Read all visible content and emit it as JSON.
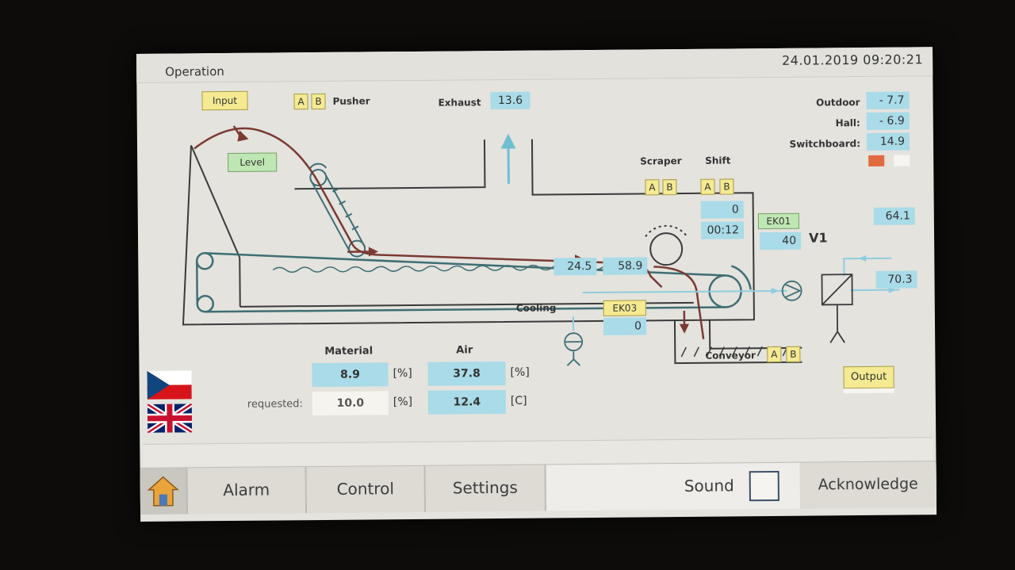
{
  "header": {
    "title": "Operation",
    "datetime": "24.01.2019  09:20:21"
  },
  "input": {
    "label": "Input"
  },
  "level": {
    "label": "Level"
  },
  "pusher": {
    "label": "Pusher",
    "a": "A",
    "b": "B"
  },
  "exhaust": {
    "label": "Exhaust",
    "value": "13.6"
  },
  "temps": {
    "outdoor_label": "Outdoor",
    "outdoor": "- 7.7",
    "hall_label": "Hall:",
    "hall": "- 6.9",
    "switchboard_label": "Switchboard:",
    "switchboard": "14.9"
  },
  "scraper": {
    "label": "Scraper",
    "a": "A",
    "b": "B"
  },
  "shift": {
    "label": "Shift",
    "a": "A",
    "b": "B",
    "value": "0",
    "time": "00:12"
  },
  "ek01": {
    "label": "EK01",
    "value": "40"
  },
  "v1": {
    "label": "V1",
    "top_value": "64.1",
    "bottom_value": "70.3"
  },
  "belt": {
    "value1": "24.5",
    "value2": "58.9"
  },
  "cooling": {
    "label": "Cooling"
  },
  "ek03": {
    "label": "EK03",
    "value": "0"
  },
  "conveyor": {
    "label": "Conveyor",
    "a": "A",
    "b": "B"
  },
  "material": {
    "header": "Material",
    "value": "8.9",
    "unit": "[%]",
    "requested_label": "requested:",
    "requested": "10.0",
    "requested_unit": "[%]"
  },
  "air": {
    "header": "Air",
    "value1": "37.8",
    "unit1": "[%]",
    "value2": "12.4",
    "unit2": "[C]"
  },
  "output": {
    "label": "Output"
  },
  "nav": {
    "alarm": "Alarm",
    "control": "Control",
    "settings": "Settings",
    "sound": "Sound",
    "acknowledge": "Acknowledge"
  },
  "colors": {
    "value_bg": "#a9dbe8",
    "tag_bg": "#f5ea92",
    "level_bg": "#bfe7b3",
    "material_line": "#7a3a32",
    "belt_line": "#3e6e74",
    "alarm_indicator": "#e26a3f"
  }
}
